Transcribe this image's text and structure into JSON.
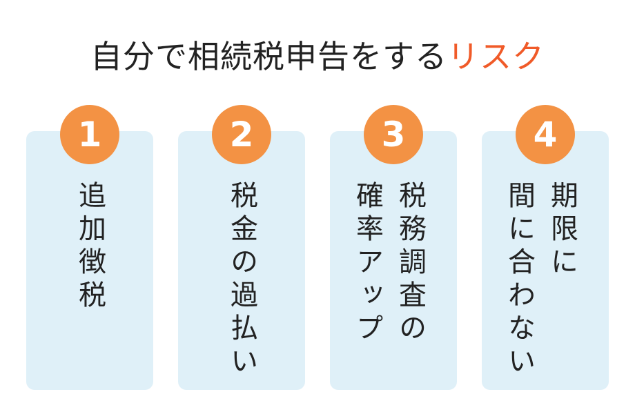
{
  "title": {
    "main": "自分で相続税申告をする",
    "accent": "リスク",
    "accent_color": "#f05a28"
  },
  "colors": {
    "badge": "#f39244",
    "card": "#dff0f8"
  },
  "items": [
    {
      "number": "1",
      "lines": [
        "追加徴税"
      ]
    },
    {
      "number": "2",
      "lines": [
        "税金の過払い"
      ]
    },
    {
      "number": "3",
      "lines": [
        "税務調査の",
        "確率アップ"
      ]
    },
    {
      "number": "4",
      "lines": [
        "期限に",
        "間に合わない"
      ]
    }
  ]
}
